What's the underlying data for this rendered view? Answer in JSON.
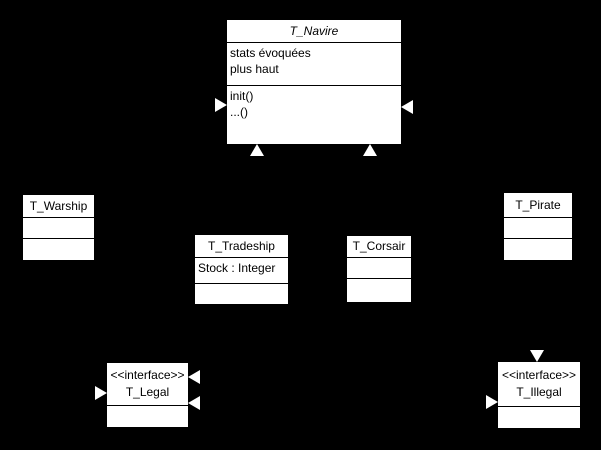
{
  "canvas": {
    "background_color": "#000000",
    "box_fill_color": "#ffffff",
    "box_line_color": "#000000",
    "arrowhead_color": "#ffffff"
  },
  "classes": {
    "navire": {
      "name": "T_Navire",
      "italic_name": true,
      "abstract": true,
      "attributes": [
        "stats évoquées",
        "plus haut"
      ],
      "methods": [
        "init()",
        "...()"
      ]
    },
    "warship": {
      "name": "T_Warship",
      "attributes": [],
      "methods": []
    },
    "tradeship": {
      "name": "T_Tradeship",
      "attributes": [
        "Stock : Integer"
      ],
      "methods": []
    },
    "corsair": {
      "name": "T_Corsair",
      "attributes": [],
      "methods": []
    },
    "pirate": {
      "name": "T_Pirate",
      "attributes": [],
      "methods": []
    },
    "legal": {
      "stereotype": "<<interface>>",
      "name": "T_Legal",
      "methods": []
    },
    "illegal": {
      "stereotype": "<<interface>>",
      "name": "T_Illegal",
      "methods": []
    }
  },
  "arrowheads": [
    {
      "target": "T_Navire",
      "side": "left",
      "points": "right"
    },
    {
      "target": "T_Navire",
      "side": "right",
      "points": "left"
    },
    {
      "target": "T_Navire",
      "side": "bottom-left",
      "points": "up"
    },
    {
      "target": "T_Navire",
      "side": "bottom-right",
      "points": "up"
    },
    {
      "target": "T_Legal",
      "side": "left",
      "points": "right"
    },
    {
      "target": "T_Legal",
      "side": "right-upper",
      "points": "left"
    },
    {
      "target": "T_Legal",
      "side": "right-lower",
      "points": "left"
    },
    {
      "target": "T_Illegal",
      "side": "top",
      "points": "down"
    },
    {
      "target": "T_Illegal",
      "side": "left",
      "points": "right"
    }
  ]
}
